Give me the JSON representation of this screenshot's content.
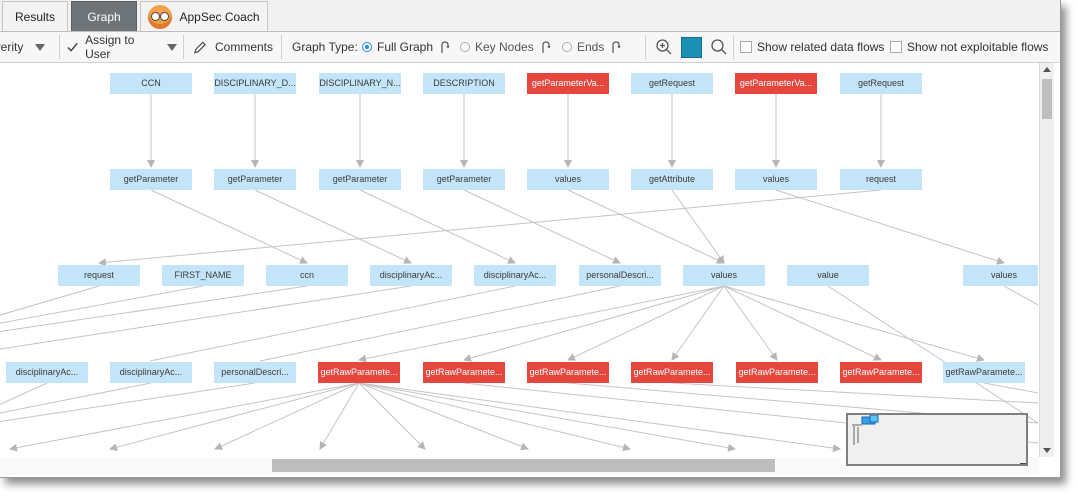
{
  "tabs": [
    {
      "label": "Results"
    },
    {
      "label": "Graph"
    },
    {
      "label": "AppSec Coach"
    }
  ],
  "toolbar": {
    "severity_label": "Severity",
    "assign_label": "Assign to User",
    "comments_label": "Comments",
    "graph_type_label": "Graph Type:",
    "graph_types": [
      {
        "label": "Full Graph",
        "selected": true
      },
      {
        "label": "Key Nodes",
        "selected": false
      },
      {
        "label": "Ends",
        "selected": false
      }
    ],
    "show_related_label": "Show related data flows",
    "show_not_exploitable_label": "Show not exploitable flows"
  },
  "colors": {
    "node_default": "#c4e5f9",
    "node_highlight": "#e5473f",
    "tab_active": "#6e7477",
    "accent": "#1e88e5"
  },
  "graph": {
    "rows": [
      [
        {
          "label": "CCN",
          "red": false
        },
        {
          "label": "DISCIPLINARY_D...",
          "red": false
        },
        {
          "label": "DISCIPLINARY_N...",
          "red": false
        },
        {
          "label": "DESCRIPTION",
          "red": false
        },
        {
          "label": "getParameterVa...",
          "red": true
        },
        {
          "label": "getRequest",
          "red": false
        },
        {
          "label": "getParameterVa...",
          "red": true
        },
        {
          "label": "getRequest",
          "red": false
        }
      ],
      [
        {
          "label": "getParameter",
          "red": false
        },
        {
          "label": "getParameter",
          "red": false
        },
        {
          "label": "getParameter",
          "red": false
        },
        {
          "label": "getParameter",
          "red": false
        },
        {
          "label": "values",
          "red": false
        },
        {
          "label": "getAttribute",
          "red": false
        },
        {
          "label": "values",
          "red": false
        },
        {
          "label": "request",
          "red": false
        }
      ],
      [
        {
          "label": "request",
          "red": false
        },
        {
          "label": "FIRST_NAME",
          "red": false
        },
        {
          "label": "ccn",
          "red": false
        },
        {
          "label": "disciplinaryAc...",
          "red": false
        },
        {
          "label": "disciplinaryAc...",
          "red": false
        },
        {
          "label": "personalDescri...",
          "red": false
        },
        {
          "label": "values",
          "red": false
        },
        {
          "label": "value",
          "red": false
        },
        {
          "label": "values",
          "red": false
        }
      ],
      [
        {
          "label": "disciplinaryAc...",
          "red": false
        },
        {
          "label": "disciplinaryAc...",
          "red": false
        },
        {
          "label": "personalDescri...",
          "red": false
        },
        {
          "label": "getRawParamete...",
          "red": true
        },
        {
          "label": "getRawParamete...",
          "red": true
        },
        {
          "label": "getRawParamete...",
          "red": true
        },
        {
          "label": "getRawParamete...",
          "red": true
        },
        {
          "label": "getRawParamete...",
          "red": true
        },
        {
          "label": "getRawParamete...",
          "red": true
        },
        {
          "label": "getRawParamete...",
          "red": false
        }
      ]
    ]
  }
}
